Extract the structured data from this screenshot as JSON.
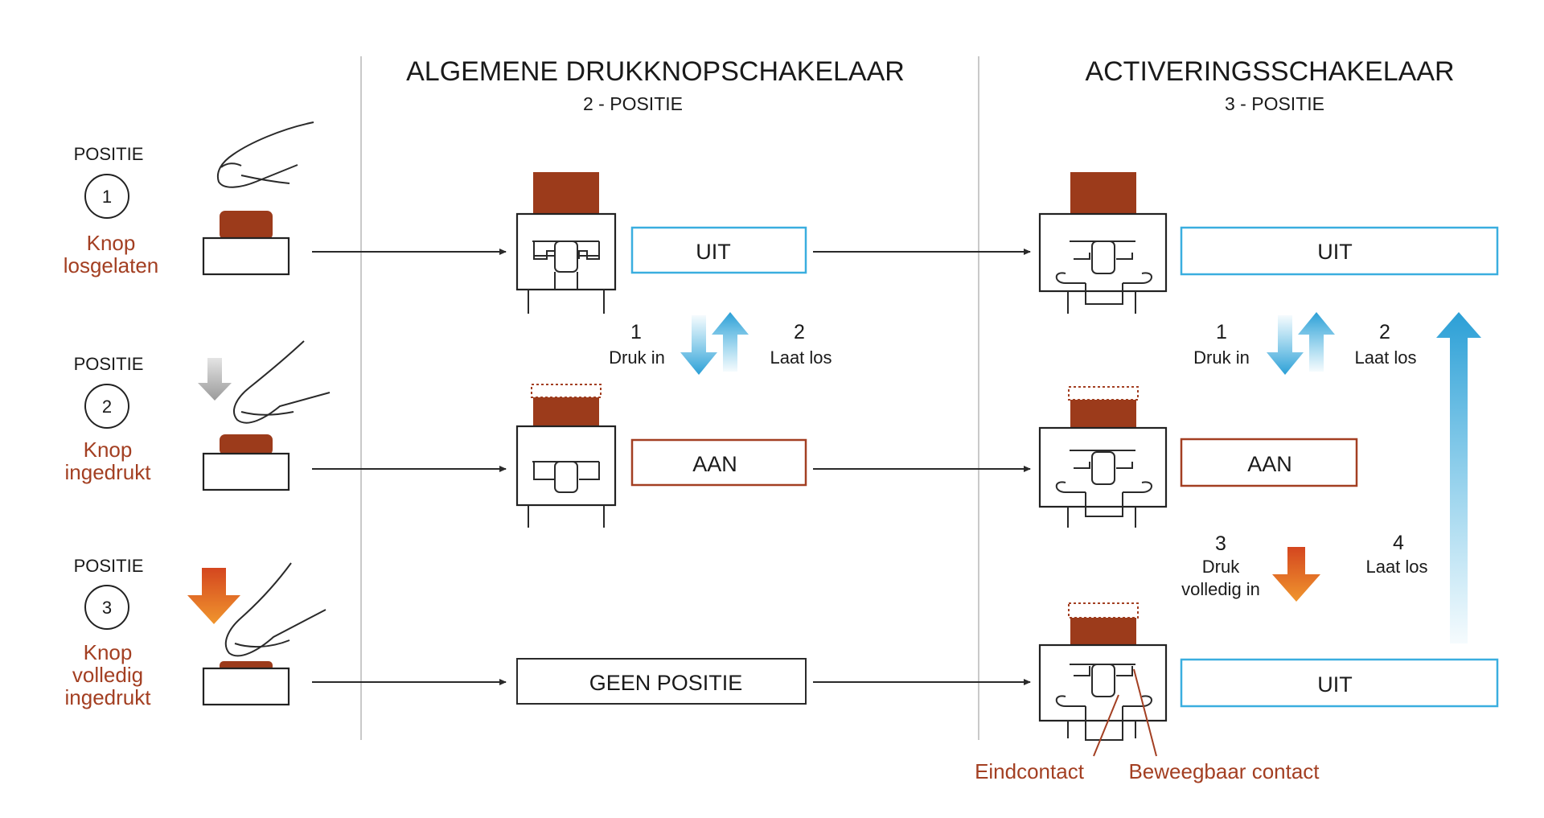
{
  "header": {
    "general_title": "ALGEMENE DRUKKNOPSCHAKELAAR",
    "general_sub": "2 - POSITIE",
    "activation_title": "ACTIVERINGSSCHAKELAAR",
    "activation_sub": "3 - POSITIE"
  },
  "positions": [
    {
      "label": "POSITIE",
      "number": "1",
      "line1": "Knop",
      "line2": "losgelaten",
      "line3": ""
    },
    {
      "label": "POSITIE",
      "number": "2",
      "line1": "Knop",
      "line2": "ingedrukt",
      "line3": ""
    },
    {
      "label": "POSITIE",
      "number": "3",
      "line1": "Knop",
      "line2": "volledig",
      "line3": "ingedrukt"
    }
  ],
  "general_states": [
    "UIT",
    "AAN",
    "GEEN POSITIE"
  ],
  "activation_states": [
    "UIT",
    "AAN",
    "UIT"
  ],
  "general_steps": {
    "s1_num": "1",
    "s1_txt": "Druk in",
    "s2_num": "2",
    "s2_txt": "Laat los"
  },
  "activation_steps": {
    "s1_num": "1",
    "s1_txt": "Druk in",
    "s2_num": "2",
    "s2_txt": "Laat los",
    "s3_num": "3",
    "s3_line1": "Druk",
    "s3_line2": "volledig in",
    "s4_num": "4",
    "s4_txt": "Laat los"
  },
  "contacts": {
    "end": "Eindcontact",
    "movable": "Beweegbaar contact"
  },
  "colors": {
    "accent_red": "#a33f22",
    "accent_blue": "#3aaedf",
    "orange": "#e8822a",
    "cap": "#9c3b1b"
  }
}
